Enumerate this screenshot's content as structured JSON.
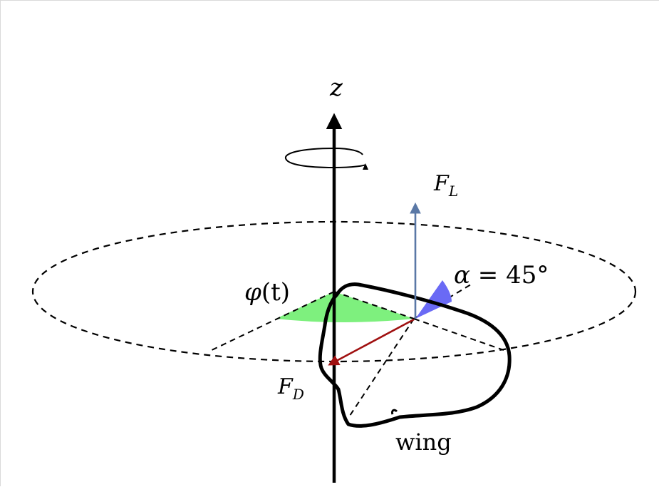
{
  "labels": {
    "z_axis": "z",
    "lift_force": "F",
    "lift_sub": "L",
    "drag_force": "F",
    "drag_sub": "D",
    "angle_sym": "α",
    "angle_value": " = 45°",
    "sweep_phi": "φ",
    "sweep_t": "(t)",
    "wing": "wing"
  },
  "colors": {
    "axis": "#000000",
    "lift_arrow": "#5a78a6",
    "drag_arrow": "#a01010",
    "sweep_wedge": "#7ef07e",
    "angle_wedge": "#6a6af5",
    "dashed": "#000000"
  },
  "parameters": {
    "angle_of_attack_deg": 45
  }
}
